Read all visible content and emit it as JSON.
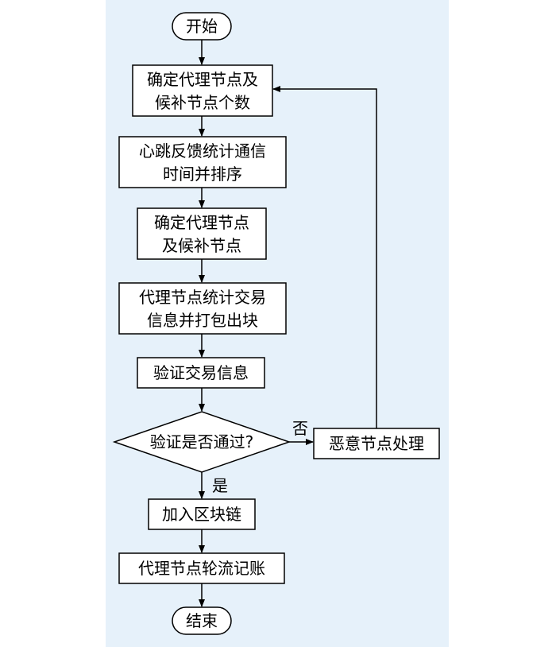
{
  "flowchart": {
    "start": "开始",
    "step1": {
      "line1": "确定代理节点及",
      "line2": "候补节点个数"
    },
    "step2": {
      "line1": "心跳反馈统计通信",
      "line2": "时间并排序"
    },
    "step3": {
      "line1": "确定代理节点",
      "line2": "及候补节点"
    },
    "step4": {
      "line1": "代理节点统计交易",
      "line2": "信息并打包出块"
    },
    "step5": "验证交易信息",
    "decision": "验证是否通过?",
    "no_label": "否",
    "yes_label": "是",
    "malicious": "恶意节点处理",
    "step6": "加入区块链",
    "step7": "代理节点轮流记账",
    "end": "结束"
  }
}
